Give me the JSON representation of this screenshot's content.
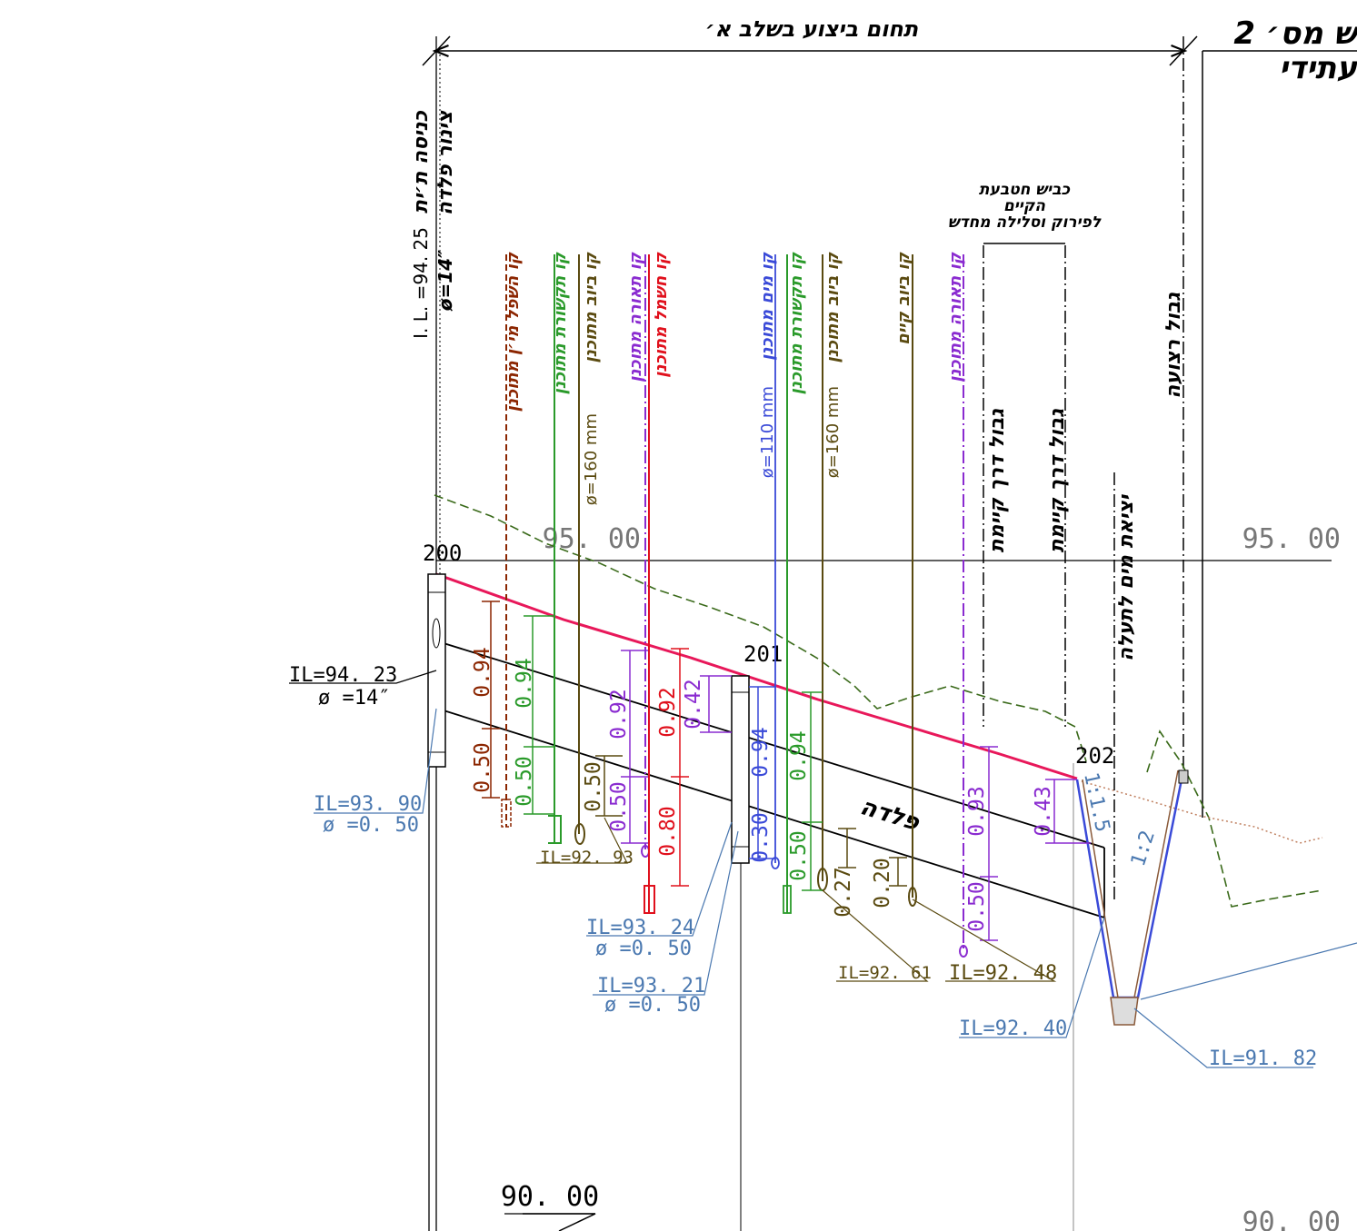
{
  "header": {
    "range_title": "תחום ביצוע בשלב א׳",
    "sheet_title_line1": "ש מס׳ 2",
    "sheet_title_line2": "עתידי"
  },
  "elevations": {
    "left_95": "95. 00",
    "right_95": "95. 00",
    "left_90": "90. 00",
    "right_90": "90. 00"
  },
  "structures": {
    "s200": "200",
    "s201": "201",
    "s202": "202"
  },
  "vertical_labels": {
    "inlet_title": "כניסה ת׳ית",
    "inlet_il": "I. L. =94. 25",
    "pipe_title": "צינור פלדה",
    "pipe_dia": "ø=14″",
    "sewer_planned": "קו השפל מי׳ן מתוכנן",
    "comm_planned_1": "קו תקשורת מתוכנן",
    "drain_planned_1": "קו ביוב מתוכנן",
    "drain_dia_1": "ø=160 mm",
    "light_planned_1": "קו תאורה מתוכנן",
    "elec_planned": "קו חשמל מתוכנן",
    "water_planned": "קו מים מתוכנן",
    "water_dia": "ø=110 mm",
    "comm_planned_2": "קו תקשורת מתוכנן",
    "drain_planned_2": "קו ביוב מתוכנן",
    "drain_dia_2": "ø=160 mm",
    "drain_existing": "קו ביוב קיים",
    "light_planned_2": "קו תאורה מתוכנן",
    "road_limit_1": "גבול דרך קיימת",
    "road_limit_2": "גבול דרך קיימת",
    "strip_limit": "גבול רצועה",
    "outlet": "יציאת מים לתעלה"
  },
  "road_note": {
    "line1": "כביש חטבעת",
    "line2": "הקיים",
    "line3": "לפירוק וסלילה מחדש"
  },
  "steel_label": "פלדה",
  "dims": {
    "d1": "0.94",
    "d2": "0.50",
    "d3": "0.94",
    "d4": "0.50",
    "d5": "0.50",
    "d6": "0.92",
    "d7": "0.50",
    "d8": "0.92",
    "d9": "0.80",
    "d10": "0.42",
    "d11": "0.94",
    "d12": "0.30",
    "d13": "0.94",
    "d14": "0.50",
    "d15": "0.27",
    "d16": "0.20",
    "d17": "0.93",
    "d18": "0.50",
    "d19": "0.43"
  },
  "slopes": {
    "left": "1:1.5",
    "right": "1:2"
  },
  "il_labels": {
    "il_1": "IL=94. 23",
    "phi_1": "ø =14″",
    "il_2": "IL=93. 90",
    "phi_2": "ø =0. 50",
    "il_3": "IL=92. 93",
    "il_4": "IL=93. 24",
    "phi_4": "ø =0. 50",
    "il_5": "IL=93. 21",
    "phi_5": "ø =0. 50",
    "il_6": "IL=92. 61",
    "il_7": "IL=92. 48",
    "il_8": "IL=92. 40",
    "il_9": "IL=91. 82"
  },
  "colors": {
    "sewer": "#8B2500",
    "comm": "#2a9a2a",
    "drain": "#5a4a10",
    "light": "#8a2bd0",
    "elec": "#e0101c",
    "water": "#3a4ad8",
    "ground": "#3a6a1a",
    "pipe_top": "#e8185a",
    "note_blue": "#4a78b0"
  }
}
